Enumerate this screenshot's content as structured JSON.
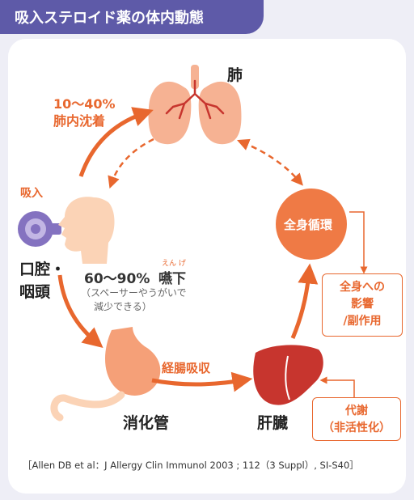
{
  "header": {
    "title": "吸入ステロイド薬の体内動態"
  },
  "organs": {
    "lung": "肺",
    "mouth_line1": "口腔・",
    "mouth_line2": "咽頭",
    "stomach": "消化管",
    "liver": "肝臓"
  },
  "inhale": "吸入",
  "lung_deposit": {
    "pct": "10〜40%",
    "label": "肺内沈着"
  },
  "swallow": {
    "pct": "60〜90%",
    "label": "嚥下",
    "ruby": "えん げ",
    "note_line1": "（スペーサーやうがいで",
    "note_line2": "減少できる）"
  },
  "absorption": "経腸吸収",
  "circulation": "全身循環",
  "effects": {
    "line1": "全身への",
    "line2": "影響",
    "line3": "/副作用"
  },
  "metabolism": {
    "line1": "代謝",
    "line2": "（非活性化）"
  },
  "citation": "［Allen DB et al：J Allergy Clin Immunol 2003 ; 112（3 Suppl）, SI-S40］",
  "colors": {
    "accent": "#e8672e",
    "header_bg": "#5e5aa8",
    "lung": "#f6b293",
    "head": "#fbd3b6",
    "stomach": "#f5a078",
    "liver": "#c7352e",
    "inhaler": "#8472c0",
    "circle": "#ef7a45"
  }
}
